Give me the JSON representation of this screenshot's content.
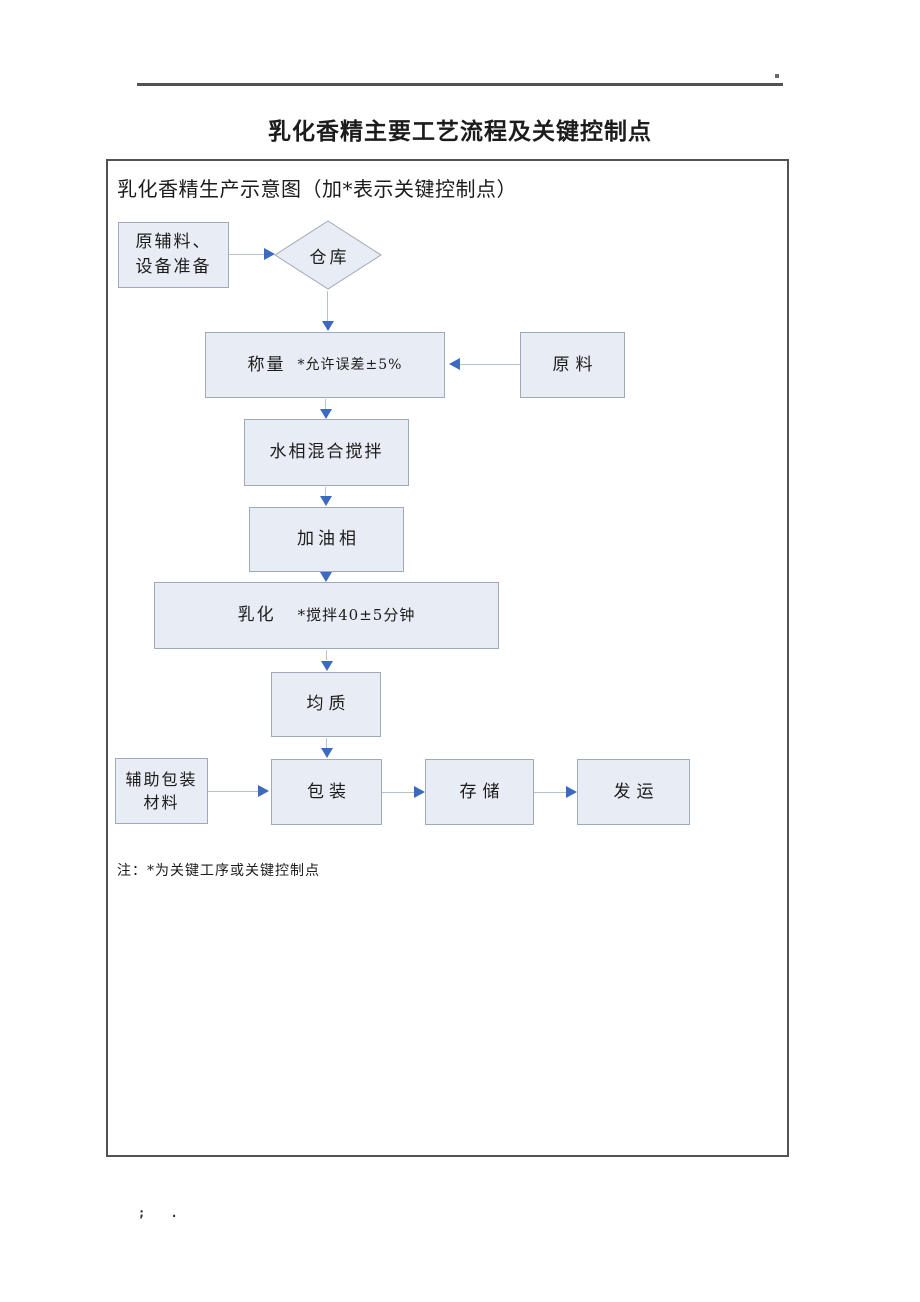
{
  "page": {
    "title": "乳化香精主要工艺流程及关键控制点",
    "footer_marks": "; ."
  },
  "diagram": {
    "caption": "乳化香精生产示意图（加*表示关键控制点）",
    "note": "注：*为关键工序或关键控制点",
    "nodes": {
      "prep": {
        "label": "原辅料、设备准备",
        "shape": "rect"
      },
      "warehouse": {
        "label": "仓库",
        "shape": "diamond"
      },
      "weigh": {
        "label": "称量",
        "annotation": "*允许误差±5%",
        "shape": "rect"
      },
      "raw_material": {
        "label": "原料",
        "shape": "rect"
      },
      "water_phase_mix": {
        "label": "水相混合搅拌",
        "shape": "rect"
      },
      "add_oil_phase": {
        "label": "加油相",
        "shape": "rect"
      },
      "emulsify": {
        "label": "乳化",
        "annotation": "*搅拌40±5分钟",
        "shape": "rect"
      },
      "homogenize": {
        "label": "均质",
        "shape": "rect"
      },
      "aux_packaging": {
        "label": "辅助包装材料",
        "shape": "rect"
      },
      "packaging": {
        "label": "包装",
        "shape": "rect"
      },
      "storage": {
        "label": "存储",
        "shape": "rect"
      },
      "shipping": {
        "label": "发运",
        "shape": "rect"
      }
    },
    "edges": [
      {
        "from": "prep",
        "to": "warehouse"
      },
      {
        "from": "warehouse",
        "to": "weigh"
      },
      {
        "from": "raw_material",
        "to": "weigh"
      },
      {
        "from": "weigh",
        "to": "water_phase_mix"
      },
      {
        "from": "water_phase_mix",
        "to": "add_oil_phase"
      },
      {
        "from": "add_oil_phase",
        "to": "emulsify"
      },
      {
        "from": "emulsify",
        "to": "homogenize"
      },
      {
        "from": "homogenize",
        "to": "packaging"
      },
      {
        "from": "aux_packaging",
        "to": "packaging"
      },
      {
        "from": "packaging",
        "to": "storage"
      },
      {
        "from": "storage",
        "to": "shipping"
      }
    ]
  },
  "colors": {
    "node_fill": "#e8edf5",
    "node_border": "#a0a9b8",
    "arrow_head": "#3b6abe",
    "connector": "#b7c1ce",
    "frame_border": "#525252",
    "text": "#1c1c1c"
  }
}
